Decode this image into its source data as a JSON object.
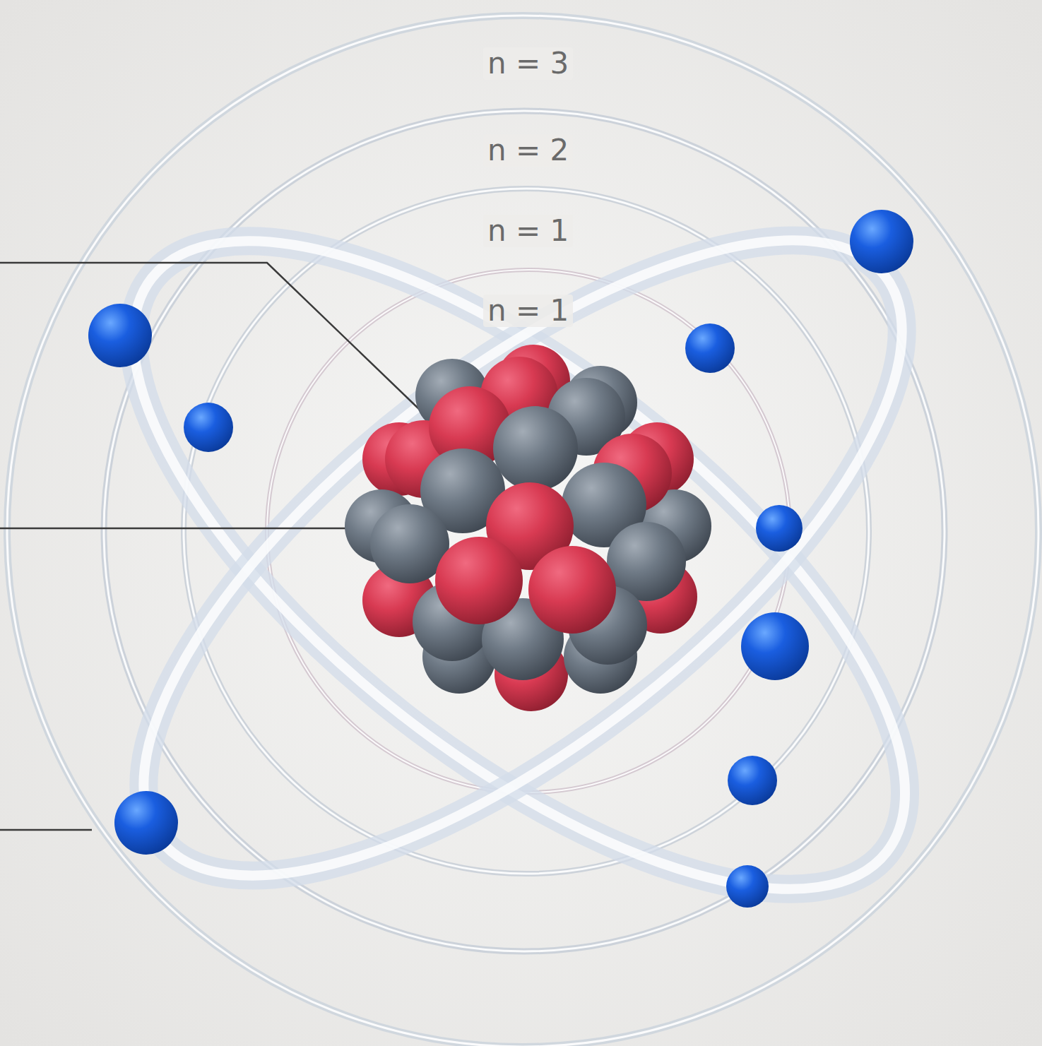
{
  "diagram": {
    "labels": [
      "n = 3",
      "n = 2",
      "n = 1",
      "n = 1"
    ]
  }
}
